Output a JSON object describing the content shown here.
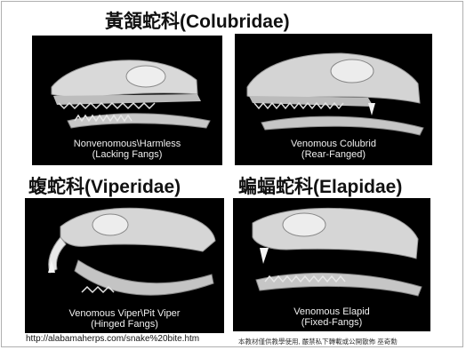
{
  "headings": {
    "colubridae": "黃頷蛇科(Colubridae)",
    "viperidae": "蝮蛇科(Viperidae)",
    "elapidae": "蝙蝠蛇科(Elapidae)"
  },
  "panels": [
    {
      "caption_line1": "Nonvenomous\\Harmless",
      "caption_line2": "(Lacking Fangs)"
    },
    {
      "caption_line1": "Venomous Colubrid",
      "caption_line2": "(Rear-Fanged)"
    },
    {
      "caption_line1": "Venomous Viper\\Pit Viper",
      "caption_line2": "(Hinged Fangs)"
    },
    {
      "caption_line1": "Venomous Elapid",
      "caption_line2": "(Fixed-Fangs)"
    }
  ],
  "footer": {
    "source_url": "http://alabamaherps.com/snake%20bite.htm",
    "notice": "本教材僅供教學使用, 嚴禁私下轉載或公開散佈  巫奇勳"
  }
}
